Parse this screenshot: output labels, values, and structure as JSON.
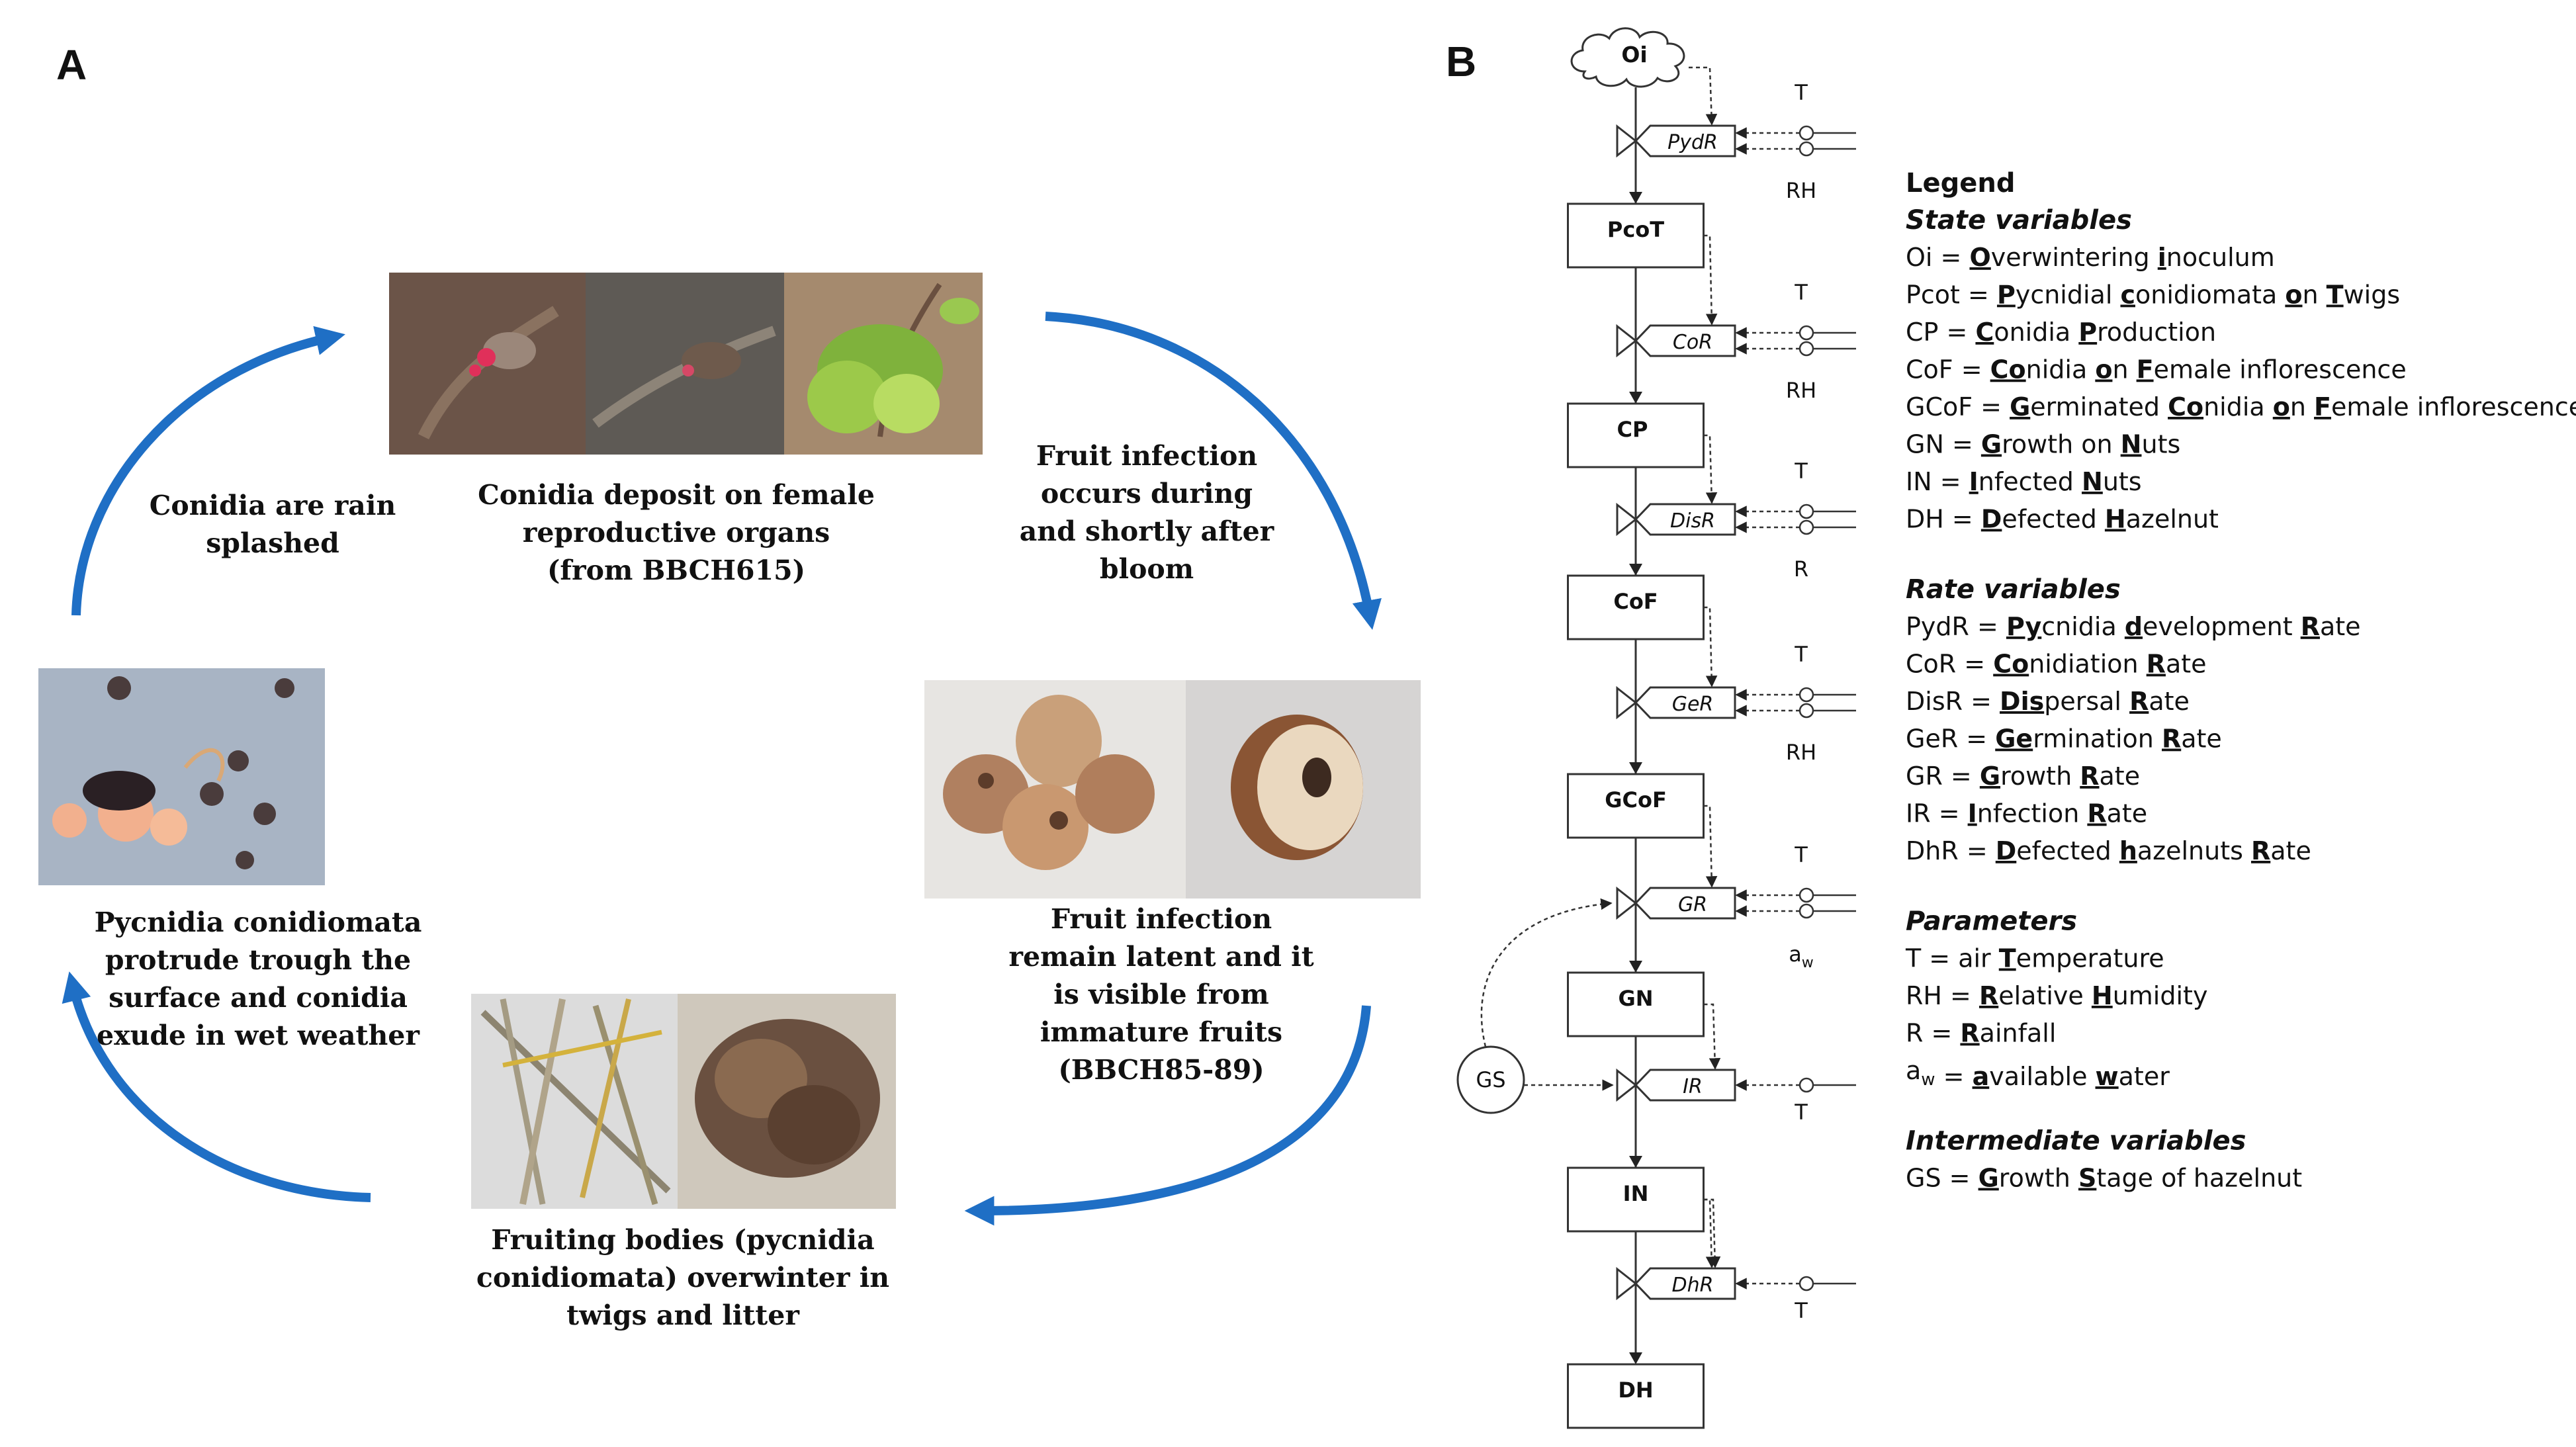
{
  "panel_a": {
    "label": "A",
    "captions": {
      "conidia_deposit": [
        "Conidia deposit on female",
        "reproductive organs",
        "(from BBCH615)"
      ],
      "rain_splashed": [
        "Conidia are rain",
        "splashed"
      ],
      "fruit_infection_bloom": [
        "Fruit infection",
        "occurs during",
        "and shortly after",
        "bloom"
      ],
      "fruit_latent": [
        "Fruit infection",
        "remain latent and it",
        "is visible from",
        "immature fruits",
        "(BBCH85-89)"
      ],
      "overwinter": [
        "Fruiting bodies (pycnidia",
        "conidiomata) overwinter in",
        "twigs  and litter"
      ],
      "pycnidia_protrude": [
        "Pycnidia conidiomata",
        "protrude trough the",
        "surface and conidia",
        "exude in wet weather"
      ]
    }
  },
  "panel_b": {
    "label": "B",
    "source": "Oi",
    "states": [
      "PcoT",
      "CP",
      "CoF",
      "GCoF",
      "GN",
      "IN",
      "DH"
    ],
    "rates": [
      {
        "name": "PydR",
        "inputs": [
          "T",
          "RH"
        ]
      },
      {
        "name": "CoR",
        "inputs": [
          "T",
          "RH"
        ]
      },
      {
        "name": "DisR",
        "inputs": [
          "T",
          "R"
        ]
      },
      {
        "name": "GeR",
        "inputs": [
          "T",
          "RH"
        ]
      },
      {
        "name": "GR",
        "inputs": [
          "T",
          "aw"
        ]
      },
      {
        "name": "IR",
        "inputs": [
          "T"
        ]
      },
      {
        "name": "DhR",
        "inputs": [
          "T"
        ]
      }
    ],
    "intermediate": "GS",
    "aw_label": {
      "base": "a",
      "sub": "w"
    }
  },
  "legend": {
    "title": "Legend",
    "sections": [
      {
        "heading": "State variables",
        "items": [
          [
            [
              "Oi = ",
              0
            ],
            [
              "O",
              1
            ],
            [
              "verwintering ",
              0
            ],
            [
              "i",
              1
            ],
            [
              "noculum",
              0
            ]
          ],
          [
            [
              "Pcot = ",
              0
            ],
            [
              "P",
              1
            ],
            [
              "ycnidial ",
              0
            ],
            [
              "c",
              1
            ],
            [
              "onidiomata ",
              0
            ],
            [
              "o",
              1
            ],
            [
              "n ",
              0
            ],
            [
              "T",
              1
            ],
            [
              "wigs",
              0
            ]
          ],
          [
            [
              "CP = ",
              0
            ],
            [
              "C",
              1
            ],
            [
              "onidia ",
              0
            ],
            [
              "P",
              1
            ],
            [
              "roduction",
              0
            ]
          ],
          [
            [
              "CoF = ",
              0
            ],
            [
              "Co",
              1
            ],
            [
              "nidia ",
              0
            ],
            [
              "o",
              1
            ],
            [
              "n ",
              0
            ],
            [
              "F",
              1
            ],
            [
              "emale inflorescence",
              0
            ]
          ],
          [
            [
              "GCoF = ",
              0
            ],
            [
              "G",
              1
            ],
            [
              "erminated ",
              0
            ],
            [
              "Co",
              1
            ],
            [
              "nidia ",
              0
            ],
            [
              "o",
              1
            ],
            [
              "n ",
              0
            ],
            [
              "F",
              1
            ],
            [
              "emale inflorescence",
              0
            ]
          ],
          [
            [
              "GN = ",
              0
            ],
            [
              "G",
              1
            ],
            [
              "rowth on ",
              0
            ],
            [
              "N",
              1
            ],
            [
              "uts",
              0
            ]
          ],
          [
            [
              "IN = ",
              0
            ],
            [
              "I",
              1
            ],
            [
              "nfected ",
              0
            ],
            [
              "N",
              1
            ],
            [
              "uts",
              0
            ]
          ],
          [
            [
              "DH = ",
              0
            ],
            [
              "D",
              1
            ],
            [
              "efected ",
              0
            ],
            [
              "H",
              1
            ],
            [
              "azelnut",
              0
            ]
          ]
        ]
      },
      {
        "heading": "Rate variables",
        "items": [
          [
            [
              "PydR = ",
              0
            ],
            [
              "Py",
              1
            ],
            [
              "cnidia ",
              0
            ],
            [
              "d",
              1
            ],
            [
              "evelopment ",
              0
            ],
            [
              "R",
              1
            ],
            [
              "ate",
              0
            ]
          ],
          [
            [
              "CoR = ",
              0
            ],
            [
              "Co",
              1
            ],
            [
              "nidiation ",
              0
            ],
            [
              "R",
              1
            ],
            [
              "ate",
              0
            ]
          ],
          [
            [
              "DisR = ",
              0
            ],
            [
              "Dis",
              1
            ],
            [
              "persal ",
              0
            ],
            [
              "R",
              1
            ],
            [
              "ate",
              0
            ]
          ],
          [
            [
              "GeR = ",
              0
            ],
            [
              "Ge",
              1
            ],
            [
              "rmination ",
              0
            ],
            [
              "R",
              1
            ],
            [
              "ate",
              0
            ]
          ],
          [
            [
              "GR = ",
              0
            ],
            [
              "G",
              1
            ],
            [
              "rowth ",
              0
            ],
            [
              "R",
              1
            ],
            [
              "ate",
              0
            ]
          ],
          [
            [
              "IR = ",
              0
            ],
            [
              "I",
              1
            ],
            [
              "nfection ",
              0
            ],
            [
              "R",
              1
            ],
            [
              "ate",
              0
            ]
          ],
          [
            [
              "DhR = ",
              0
            ],
            [
              "D",
              1
            ],
            [
              "efected ",
              0
            ],
            [
              "h",
              1
            ],
            [
              "azelnuts ",
              0
            ],
            [
              "R",
              1
            ],
            [
              "ate",
              0
            ]
          ]
        ]
      },
      {
        "heading": "Parameters",
        "items": [
          [
            [
              "T = air ",
              0
            ],
            [
              "T",
              1
            ],
            [
              "emperature",
              0
            ]
          ],
          [
            [
              "RH = ",
              0
            ],
            [
              "R",
              1
            ],
            [
              "elative ",
              0
            ],
            [
              "H",
              1
            ],
            [
              "umidity",
              0
            ]
          ],
          [
            [
              "R = ",
              0
            ],
            [
              "R",
              1
            ],
            [
              "ainfall",
              0
            ]
          ],
          [
            [
              "aw",
              2
            ],
            [
              " = ",
              0
            ],
            [
              "a",
              1
            ],
            [
              "vailable ",
              0
            ],
            [
              "w",
              1
            ],
            [
              "ater",
              0
            ]
          ]
        ]
      },
      {
        "heading": "Intermediate variables",
        "items": [
          [
            [
              "GS = ",
              0
            ],
            [
              "G",
              1
            ],
            [
              "rowth ",
              0
            ],
            [
              "S",
              1
            ],
            [
              "tage of hazelnut",
              0
            ]
          ]
        ]
      }
    ]
  },
  "colors": {
    "arrow_blue": "#1f6fc5",
    "line": "#333333",
    "text": "#111111"
  }
}
